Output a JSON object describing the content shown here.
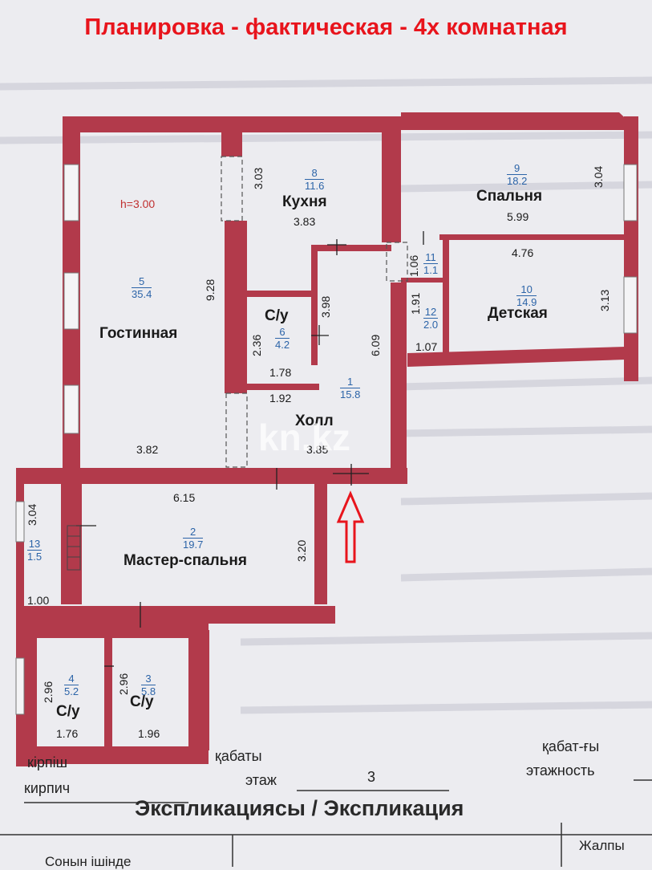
{
  "title": "Планировка - фактическая - 4х комнатная",
  "ceiling_height": "h=3.00",
  "watermark": "kn.kz",
  "colors": {
    "wall": "#b23a4b",
    "arrow": "#e8141c",
    "room_number": "#2c64a8",
    "title": "#e8141c"
  },
  "rooms": [
    {
      "number": "5",
      "area": "35.4",
      "name": "Гостинная"
    },
    {
      "number": "8",
      "area": "11.6",
      "name": "Кухня"
    },
    {
      "number": "9",
      "area": "18.2",
      "name": "Спальня"
    },
    {
      "number": "11",
      "area": "1.1",
      "name": ""
    },
    {
      "number": "12",
      "area": "2.0",
      "name": ""
    },
    {
      "number": "10",
      "area": "14.9",
      "name": "Детская"
    },
    {
      "number": "6",
      "area": "4.2",
      "name": "С/у"
    },
    {
      "number": "1",
      "area": "15.8",
      "name": "Холл"
    },
    {
      "number": "2",
      "area": "19.7",
      "name": "Мастер-спальня"
    },
    {
      "number": "13",
      "area": "1.5",
      "name": ""
    },
    {
      "number": "4",
      "area": "5.2",
      "name": "С/у"
    },
    {
      "number": "3",
      "area": "5.8",
      "name": "С/у"
    }
  ],
  "dimensions": [
    "9.28",
    "3.82",
    "3.03",
    "3.83",
    "3.04",
    "5.99",
    "4.76",
    "1.06",
    "1.91",
    "1.07",
    "3.13",
    "2.36",
    "1.78",
    "3.98",
    "6.09",
    "1.92",
    "3.85",
    "6.15",
    "3.20",
    "3.04",
    "1.00",
    "2.96",
    "1.76",
    "2.96",
    "1.96"
  ],
  "form": {
    "material_kz": "кірпіш",
    "material_ru": "кирпич",
    "floor_kz": "қабаты",
    "floor_ru": "этаж",
    "floor_value": "3",
    "floors_kz": "қабат-ғы",
    "floors_ru": "этажность",
    "explication": "Экспликациясы / Экспликация",
    "col_total": "Жалпы",
    "col_including": "Сонын ішінде"
  }
}
